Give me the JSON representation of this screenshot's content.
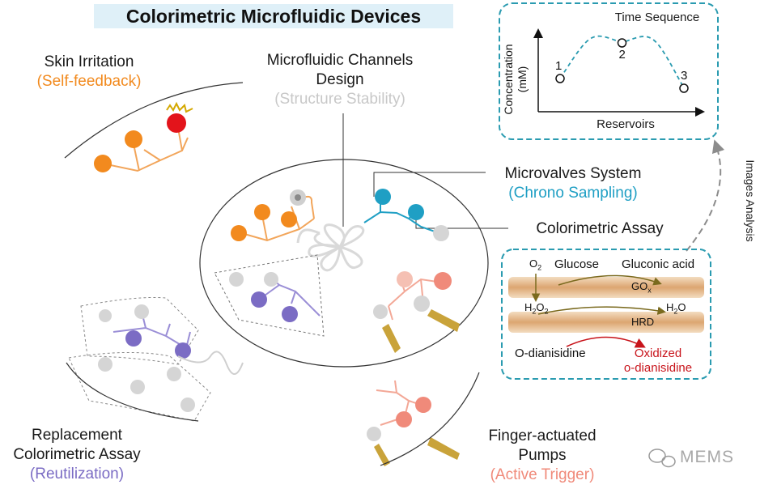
{
  "title": "Colorimetric Microfluidic Devices",
  "labels": {
    "skin": {
      "title": "Skin Irritation",
      "sub": "(Self-feedback)"
    },
    "channels": {
      "title1": "Microfluidic Channels",
      "title2": "Design",
      "sub": "(Structure Stability)"
    },
    "microvalves": {
      "title": "Microvalves System",
      "sub": "(Chrono Sampling)"
    },
    "assay": {
      "title": "Colorimetric Assay"
    },
    "replacement": {
      "title1": "Replacement",
      "title2": "Colorimetric Assay",
      "sub": "(Reutilization)"
    },
    "pumps": {
      "title1": "Finger-actuated",
      "title2": "Pumps",
      "sub": "(Active Trigger)"
    }
  },
  "time_panel": {
    "title": "Time Sequence",
    "ylabel1": "Concentration",
    "ylabel2": "(mM)",
    "xlabel": "Reservoirs",
    "points": [
      {
        "label": "1",
        "value": 0.35
      },
      {
        "label": "2",
        "value": 0.9
      },
      {
        "label": "3",
        "value": 0.2
      }
    ]
  },
  "images_analysis": "Images Analysis",
  "reaction": {
    "o2": "O",
    "o2_sub": "2",
    "glucose": "Glucose",
    "gluconic": "Gluconic acid",
    "gox": "GO",
    "gox_sub": "x",
    "h2o2_a": "H",
    "h2o2_sub1": "2",
    "h2o2_b": "O",
    "h2o2_sub2": "2",
    "h2o_a": "H",
    "h2o_sub": "2",
    "h2o_b": "O",
    "hrd": "HRD",
    "odianisidine": "O-dianisidine",
    "oxidized1": "Oxidized",
    "oxidized2": "o-dianisidine"
  },
  "watermark": "MEMS",
  "colors": {
    "orange": "#f28a1e",
    "red": "#e3141b",
    "teal": "#1f9fc4",
    "purple": "#7b6cc4",
    "salmon": "#f08a7a",
    "gray": "#cfcfcf",
    "panel_border": "#2a9bb0",
    "gold": "#c9a33a"
  }
}
